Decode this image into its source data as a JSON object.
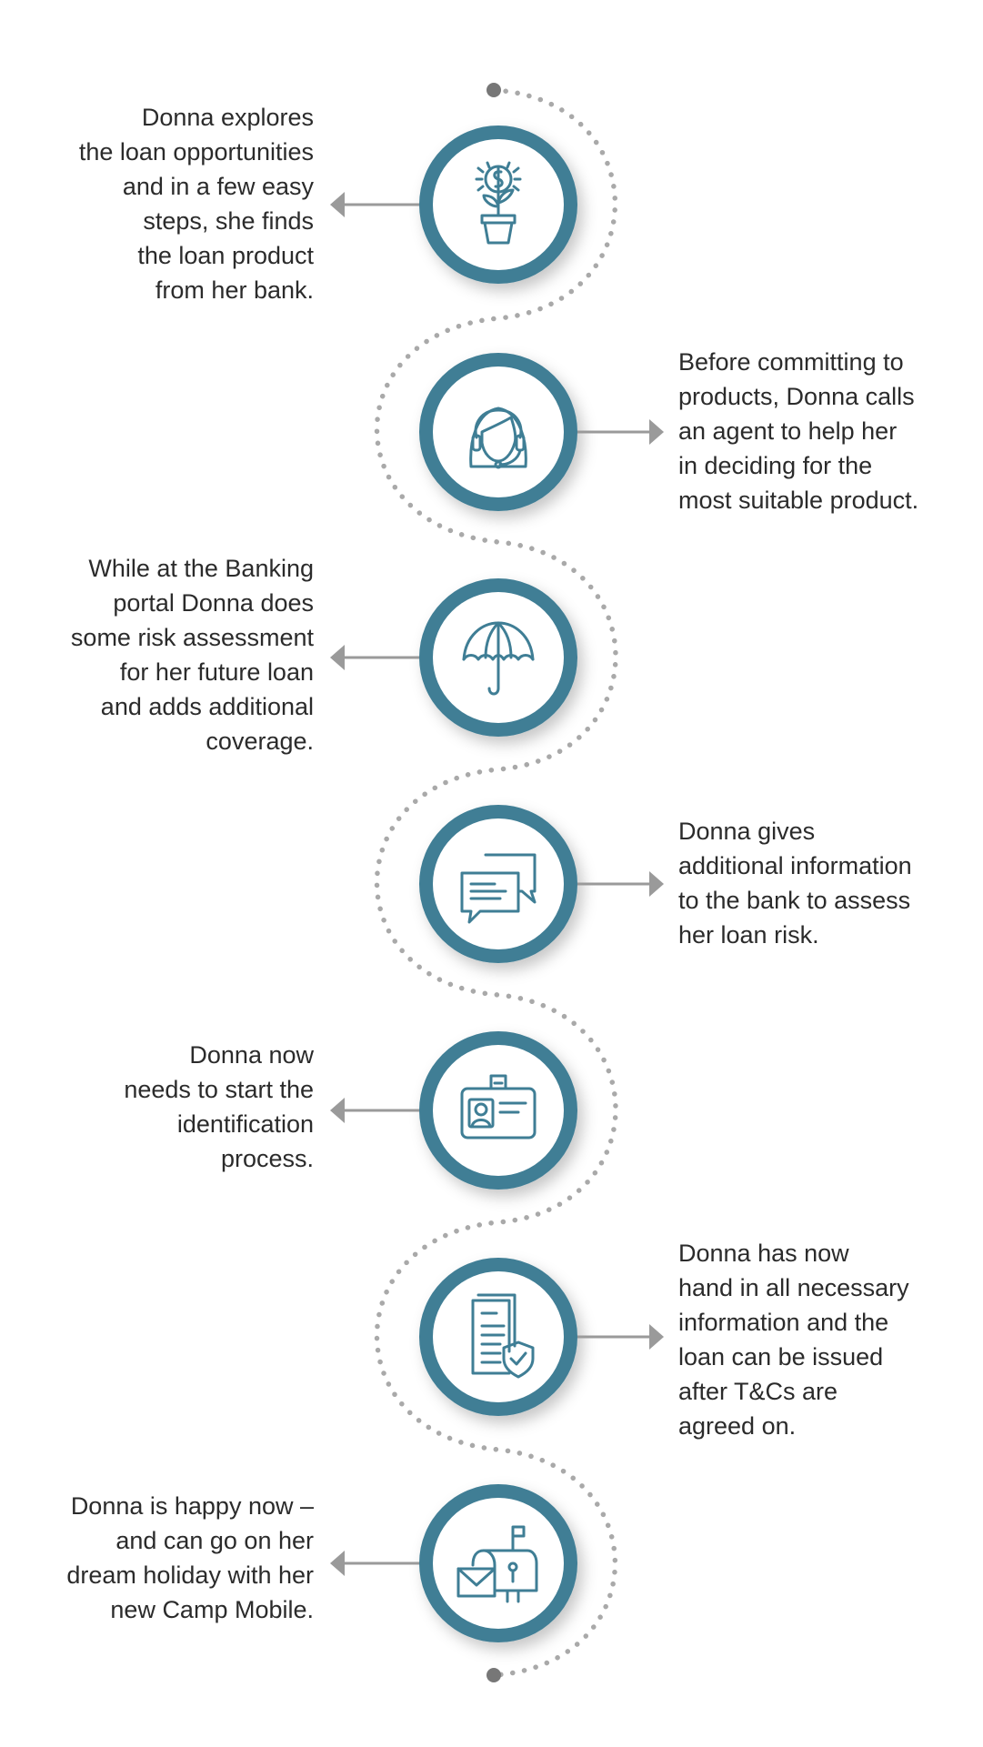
{
  "colors": {
    "ring": "#3f7e95",
    "icon": "#3f7e95",
    "arrow": "#9a9a9a",
    "dots": "#a9a9a9",
    "text": "#2b2b2b"
  },
  "steps": [
    {
      "side": "left",
      "icon": "money-plant-icon",
      "text": "Donna explores\nthe loan opportunities\nand in a few easy\nsteps, she finds\nthe loan product\nfrom her bank."
    },
    {
      "side": "right",
      "icon": "call-agent-icon",
      "text": "Before committing to\nproducts, Donna calls\nan agent to help her\nin deciding for the\nmost suitable product."
    },
    {
      "side": "left",
      "icon": "umbrella-icon",
      "text": "While at  the Banking\nportal Donna does\nsome risk assessment\nfor her future loan\nand adds additional\ncoverage."
    },
    {
      "side": "right",
      "icon": "chat-bubbles-icon",
      "text": "Donna gives\nadditional information\nto the bank to assess\nher loan risk."
    },
    {
      "side": "left",
      "icon": "id-card-icon",
      "text": "Donna now\nneeds to start the\nidentification\nprocess."
    },
    {
      "side": "right",
      "icon": "secure-document-icon",
      "text": "Donna has now\nhand in all necessary\ninformation and the\nloan can be issued\nafter T&Cs are\nagreed on."
    },
    {
      "side": "left",
      "icon": "mailbox-icon",
      "text": "Donna is happy now –\nand can go on her\ndream holiday with her\nnew Camp Mobile."
    }
  ]
}
